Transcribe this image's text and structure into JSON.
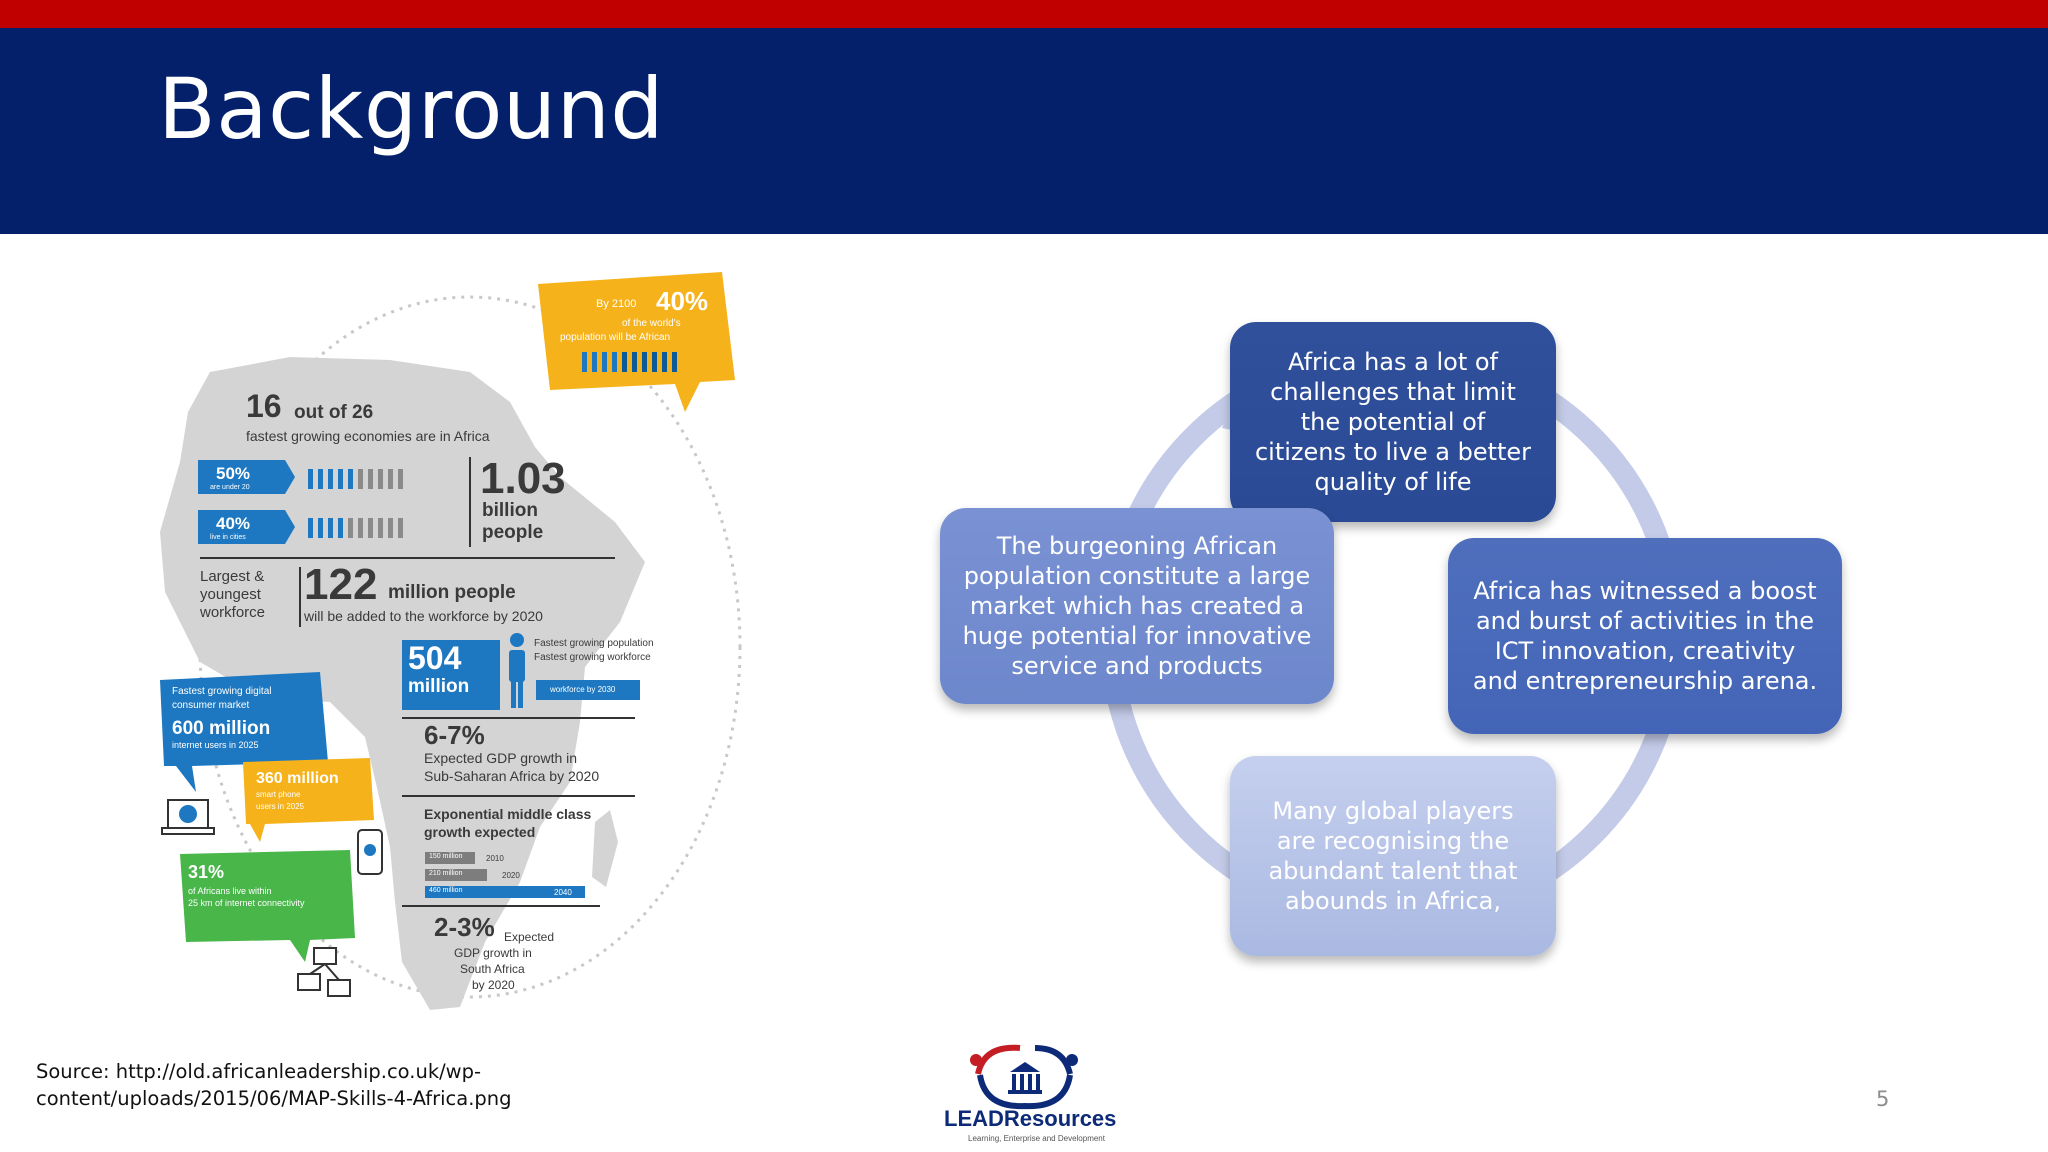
{
  "slide": {
    "title": "Background",
    "page_number": "5",
    "source_line1": "Source: http://old.africanleadership.co.uk/wp-",
    "source_line2": "content/uploads/2015/06/MAP-Skills-4-Africa.png"
  },
  "infographic": {
    "bubble_2100_prefix": "By 2100",
    "bubble_2100_value": "40%",
    "bubble_2100_line1": "of the world's",
    "bubble_2100_line2": "population will be African",
    "economies_number": "16",
    "economies_outof": "out of 26",
    "economies_text": "fastest growing economies are in Africa",
    "under20_value": "50%",
    "under20_label": "are under 20",
    "cities_value": "40%",
    "cities_label": "live in cities",
    "population_value": "1.03",
    "population_unit1": "billion",
    "population_unit2": "people",
    "workforce_label1": "Largest &",
    "workforce_label2": "youngest",
    "workforce_label3": "workforce",
    "workforce_number": "122",
    "workforce_unit": "million people",
    "workforce_text": "will be added to the workforce by 2020",
    "workforce2_value": "504",
    "workforce2_unit": "million",
    "fastest_pop": "Fastest growing population",
    "fastest_work": "Fastest growing workforce",
    "workforce_2030": "workforce by 2030",
    "digital_title1": "Fastest growing digital",
    "digital_title2": "consumer market",
    "internet_value": "600 million",
    "internet_label": "internet users in 2025",
    "smartphone_value": "360 million",
    "smartphone_label1": "smart phone",
    "smartphone_label2": "users in 2025",
    "connectivity_value": "31%",
    "connectivity_label1": "of Africans live within",
    "connectivity_label2": "25 km of internet connectivity",
    "gdp_value": "6-7%",
    "gdp_text1": "Expected GDP growth in",
    "gdp_text2": "Sub-Saharan Africa by 2020",
    "middle_class1": "Exponential middle class",
    "middle_class2": "growth expected",
    "mc_2010": "2010",
    "mc_2020": "2020",
    "mc_2040": "2040",
    "mc_bar1": "150 million",
    "mc_bar2": "210 million",
    "mc_bar3": "460 million",
    "sa_value": "2-3%",
    "sa_text0": "Expected",
    "sa_text1": "GDP growth in",
    "sa_text2": "South Africa",
    "sa_text3": "by 2020"
  },
  "cycle": {
    "top": "Africa has a lot of challenges that limit the potential of citizens to live a better quality of life",
    "right": "Africa has witnessed a boost and burst of activities in the ICT innovation, creativity and entrepreneurship arena.",
    "bottom": "Many global players are recognising the abundant talent that abounds in Africa,",
    "left": "The burgeoning African population constitute a large market which has created a huge potential for innovative service and products"
  },
  "logo": {
    "name_lead": "LEAD",
    "name_resources": "Resources",
    "tagline": "Learning, Enterprise and Development"
  },
  "colors": {
    "top_bar": "#c00000",
    "header": "#04206b",
    "infographic_blue": "#1d78c1",
    "infographic_yellow": "#f5b21a",
    "infographic_green": "#49b64a"
  }
}
